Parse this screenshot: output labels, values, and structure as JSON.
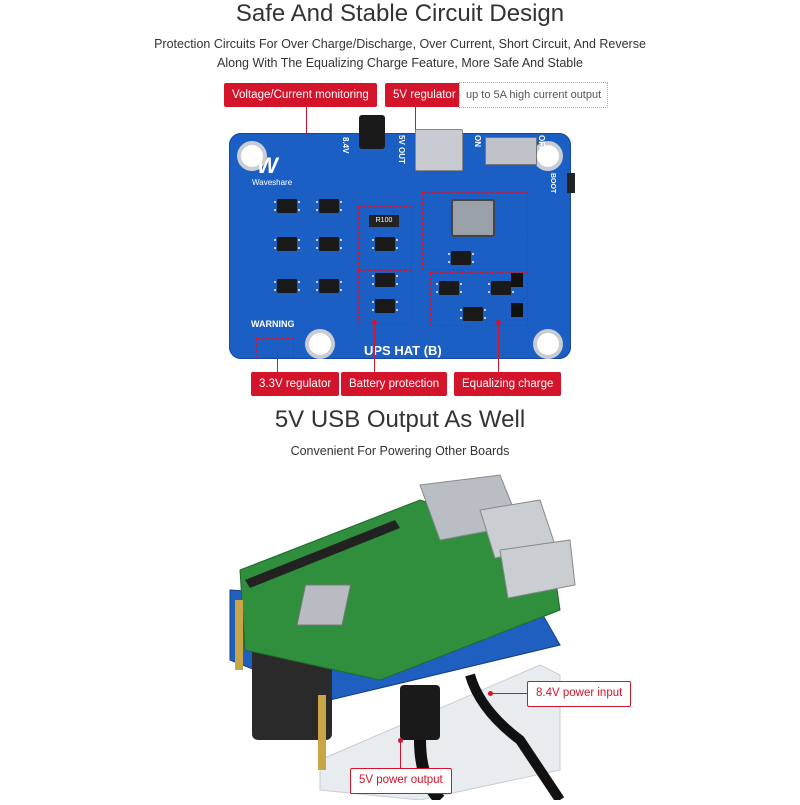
{
  "section1": {
    "title": "Safe And Stable Circuit Design",
    "subtitle_line1": "Protection Circuits For Over Charge/Discharge, Over Current, Short Circuit, And Reverse",
    "subtitle_line2": "Along With The Equalizing Charge Feature, More Safe And Stable",
    "labels": {
      "voltage": "Voltage/Current monitoring",
      "regulator5v": "5V regulator",
      "regulator5v_note": "up to 5A high current output",
      "regulator33": "3.3V regulator",
      "battery": "Battery protection",
      "equalizing": "Equalizing charge"
    },
    "board": {
      "brand": "Waveshare",
      "name": "UPS HAT (B)",
      "warning": "WARNING",
      "v84": "8.4V",
      "v5out": "5V OUT",
      "on": "ON",
      "off": "OFF",
      "boot": "BOOT",
      "resistor": "R100"
    }
  },
  "section2": {
    "title": "5V USB Output As Well",
    "subtitle": "Convenient For Powering Other Boards",
    "labels": {
      "power_input": "8.4V power input",
      "power_output": "5V power output"
    }
  },
  "colors": {
    "accent": "#d4142a",
    "board": "#1b5fc4",
    "pi_green": "#2f8f3c"
  }
}
